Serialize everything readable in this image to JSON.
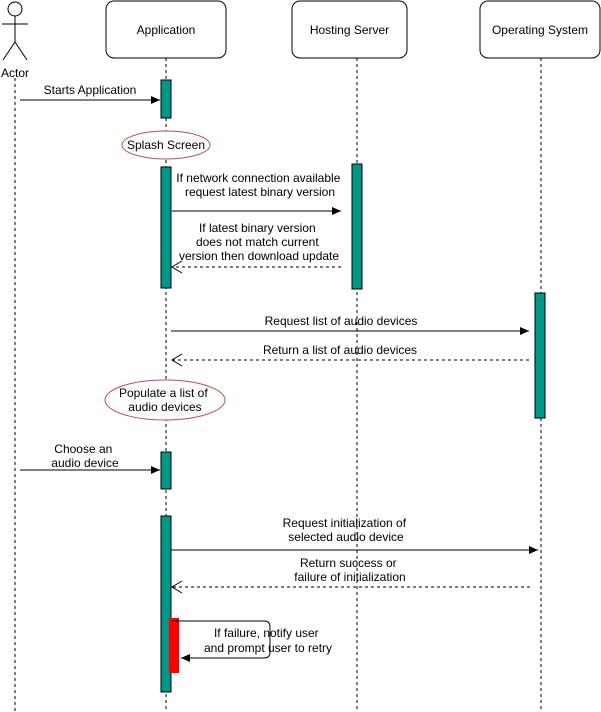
{
  "participants": {
    "actor": "Actor",
    "application": "Application",
    "hosting_server": "Hosting Server",
    "operating_system": "Operating System"
  },
  "messages": {
    "m1": "Starts Application",
    "m2": [
      "If network connection available",
      "request latest binary version"
    ],
    "m3": [
      "If latest binary version",
      "does not match current",
      "version then download update"
    ],
    "m4": "Request list of audio devices",
    "m5": "Return a list of audio devices",
    "m6": [
      "Choose an",
      "audio device"
    ],
    "m7": [
      "Request initialization of",
      "selected audio device"
    ],
    "m8": [
      "Return success or",
      "failure of initialization"
    ],
    "m9": [
      "If failure, notify user",
      "and prompt user to retry"
    ]
  },
  "notes": {
    "n1": "Splash Screen",
    "n2": [
      "Populate a list of",
      "audio devices"
    ]
  },
  "colors": {
    "activation": "#009688",
    "failure_activation": "#ff0000",
    "note_border": "#b85450",
    "line": "#000000"
  }
}
